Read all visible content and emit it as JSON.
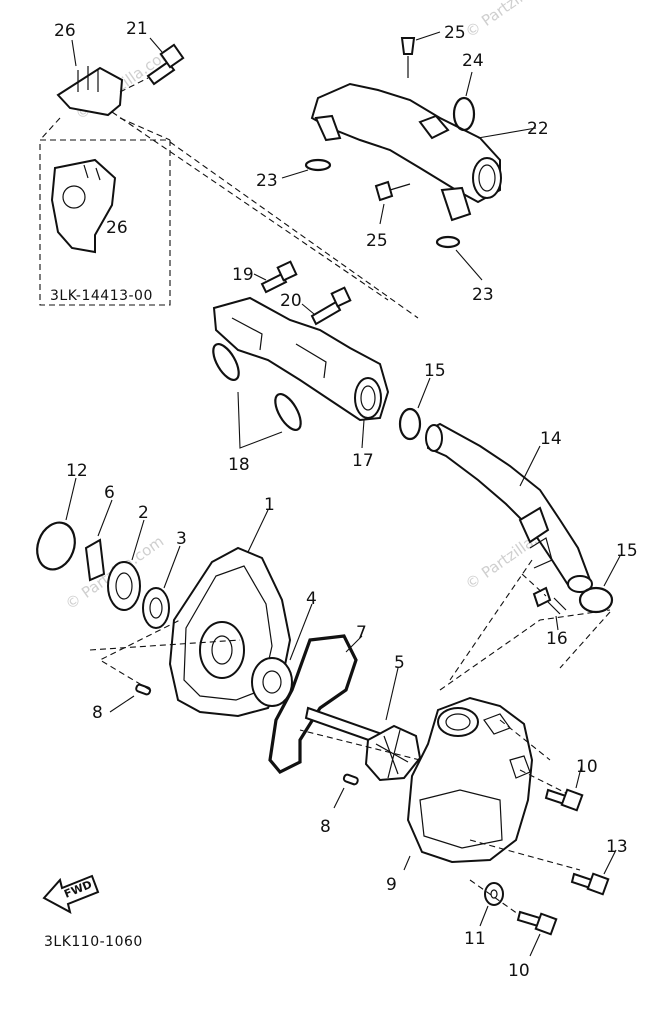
{
  "callouts": {
    "c1": "1",
    "c2": "2",
    "c3": "3",
    "c4": "4",
    "c5": "5",
    "c6": "6",
    "c7": "7",
    "c8a": "8",
    "c8b": "8",
    "c9": "9",
    "c10a": "10",
    "c10b": "10",
    "c11": "11",
    "c12": "12",
    "c13": "13",
    "c14": "14",
    "c15a": "15",
    "c15b": "15",
    "c16": "16",
    "c17": "17",
    "c18": "18",
    "c19": "19",
    "c20": "20",
    "c21": "21",
    "c22": "22",
    "c23a": "23",
    "c23b": "23",
    "c24": "24",
    "c25a": "25",
    "c25b": "25",
    "c26a": "26",
    "c26b": "26"
  },
  "inset": {
    "part_number": "3LK-14413-00"
  },
  "diagram": {
    "code": "3LK110-1060",
    "fwd_label": "FWD"
  },
  "watermark": {
    "brand": "© Partzilla.com"
  },
  "colors": {
    "ink": "#111111",
    "paper": "#ffffff",
    "watermark": "#cfcfcf"
  }
}
